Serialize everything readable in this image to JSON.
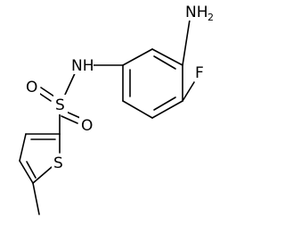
{
  "molecule": {
    "atoms": {
      "amine": {
        "label": "NH",
        "subscript": "2"
      },
      "fluorine": {
        "label": "F"
      },
      "sulfonamide_nitrogen": {
        "label": "NH"
      },
      "sulfonyl_sulfur": {
        "label": "S"
      },
      "sulfonyl_oxygen_upper": {
        "label": "O"
      },
      "sulfonyl_oxygen_lower": {
        "label": "O"
      },
      "thiophene_sulfur": {
        "label": "S"
      }
    }
  }
}
